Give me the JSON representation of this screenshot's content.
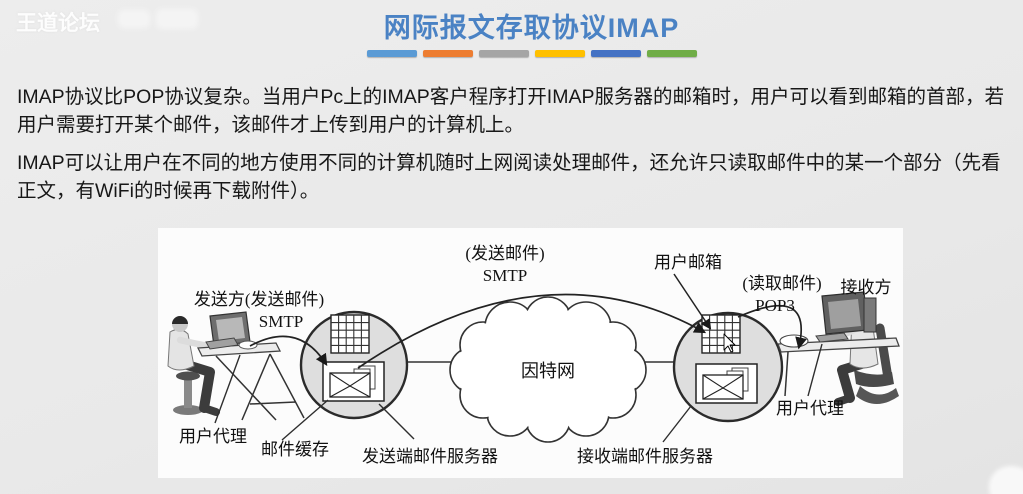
{
  "watermark": "王道论坛",
  "header": {
    "title": "网际报文存取协议IMAP",
    "title_color": "#4a82c4",
    "accent_bars": [
      "#5B9BD5",
      "#ED7D31",
      "#A5A5A5",
      "#FFC000",
      "#4472C4",
      "#70AD47"
    ]
  },
  "paragraphs": {
    "p1": "IMAP协议比POP协议复杂。当用户Pc上的IMAP客户程序打开IMAP服务器的邮箱时，用户可以看到邮箱的首部，若用户需要打开某个邮件，该邮件才上传到用户的计算机上。",
    "p2": "IMAP可以让用户在不同的地方使用不同的计算机随时上网阅读处理邮件，还允许只读取邮件中的某一个部分（先看正文，有WiFi的时候再下载附件）。"
  },
  "diagram": {
    "labels": {
      "sender_title": "发送方(发送邮件)",
      "sender_smtp": "SMTP",
      "mid_send": "(发送邮件)",
      "mid_smtp": "SMTP",
      "user_mailbox": "用户邮箱",
      "read_mail": "(读取邮件)",
      "pop3": "POP3",
      "receiver": "接收方",
      "user_agent_left": "用户代理",
      "mail_cache": "邮件缓存",
      "sending_server": "发送端邮件服务器",
      "receiving_server": "接收端邮件服务器",
      "user_agent_right": "用户代理",
      "internet": "因特网"
    }
  }
}
